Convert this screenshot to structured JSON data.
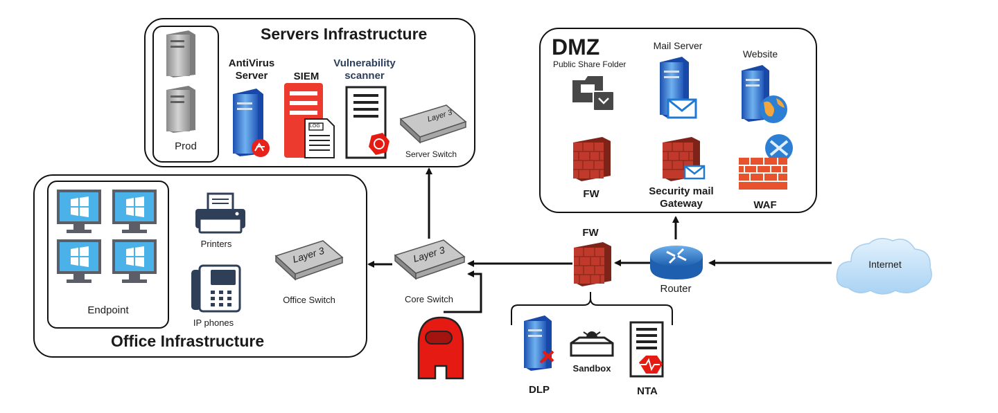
{
  "servers": {
    "title": "Servers Infrastructure",
    "prod": "Prod",
    "antivirus": "AntiVirus Server",
    "siem": "SIEM",
    "siem_log": "LOG",
    "vuln": "Vulnerability scanner",
    "switch": "Server Switch",
    "layer3": "Layer 3"
  },
  "office": {
    "title": "Office Infrastructure",
    "endpoint": "Endpoint",
    "printers": "Printers",
    "phones": "IP phones",
    "switch": "Office Switch",
    "layer3": "Layer 3"
  },
  "core": {
    "switch": "Core Switch",
    "layer3": "Layer 3"
  },
  "dmz": {
    "title": "DMZ",
    "share": "Public Share Folder",
    "mail": "Mail Server",
    "website": "Website",
    "fw": "FW",
    "smg_line1": "Security mail",
    "smg_line2": "Gateway",
    "waf": "WAF"
  },
  "perimeter": {
    "fw": "FW",
    "router": "Router",
    "internet": "Internet",
    "dlp": "DLP",
    "sandbox": "Sandbox",
    "nta": "NTA"
  },
  "colors": {
    "firewall": "#c0392b",
    "server_blue": "#2f7fd6",
    "siem_red": "#ec3b2e",
    "windows_blue": "#3aa3dd",
    "threat_red": "#e51a12",
    "cloud": "#b9dcf6"
  }
}
